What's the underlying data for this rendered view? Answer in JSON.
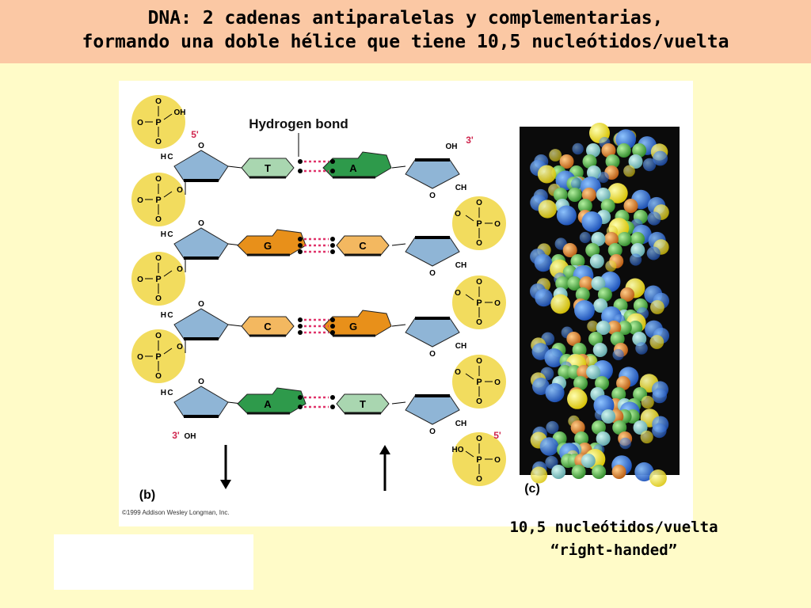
{
  "title": {
    "line1": "DNA: 2 cadenas antiparalelas y complementarias,",
    "line2": "formando una doble hélice que tiene 10,5 nucleótidos/vuelta"
  },
  "figure": {
    "hbond_label": "Hydrogen bond",
    "strand_left_5": "5'",
    "strand_left_3": "3'",
    "strand_right_3": "3'",
    "strand_right_5": "5'",
    "oh_top": "OH",
    "oh_bottom": "OH",
    "ch2": "CH",
    "h2c": "H",
    "ring_o": "O",
    "phosphate": {
      "p": "P",
      "o": "O",
      "oh": "OH",
      "ho": "HO",
      "ominus": "O"
    },
    "pairs": [
      {
        "left": "T",
        "right": "A"
      },
      {
        "left": "G",
        "right": "C"
      },
      {
        "left": "C",
        "right": "G"
      },
      {
        "left": "A",
        "right": "T"
      }
    ],
    "panel_b": "(b)",
    "panel_c": "(c)",
    "copyright": "©1999 Addison Wesley Longman, Inc.",
    "colors": {
      "purine_A": "#2e9a4b",
      "pyrimidine_T": "#a9d6b0",
      "purine_G": "#e8901a",
      "pyrimidine_C": "#f3b860",
      "sugar": "#8fb5d6",
      "phosphate_halo": "#f2dc5e",
      "hbond": "#e0336a"
    }
  },
  "caption": {
    "line1": "10,5 nucleótidos/vuelta",
    "line2": "“right-handed”"
  }
}
